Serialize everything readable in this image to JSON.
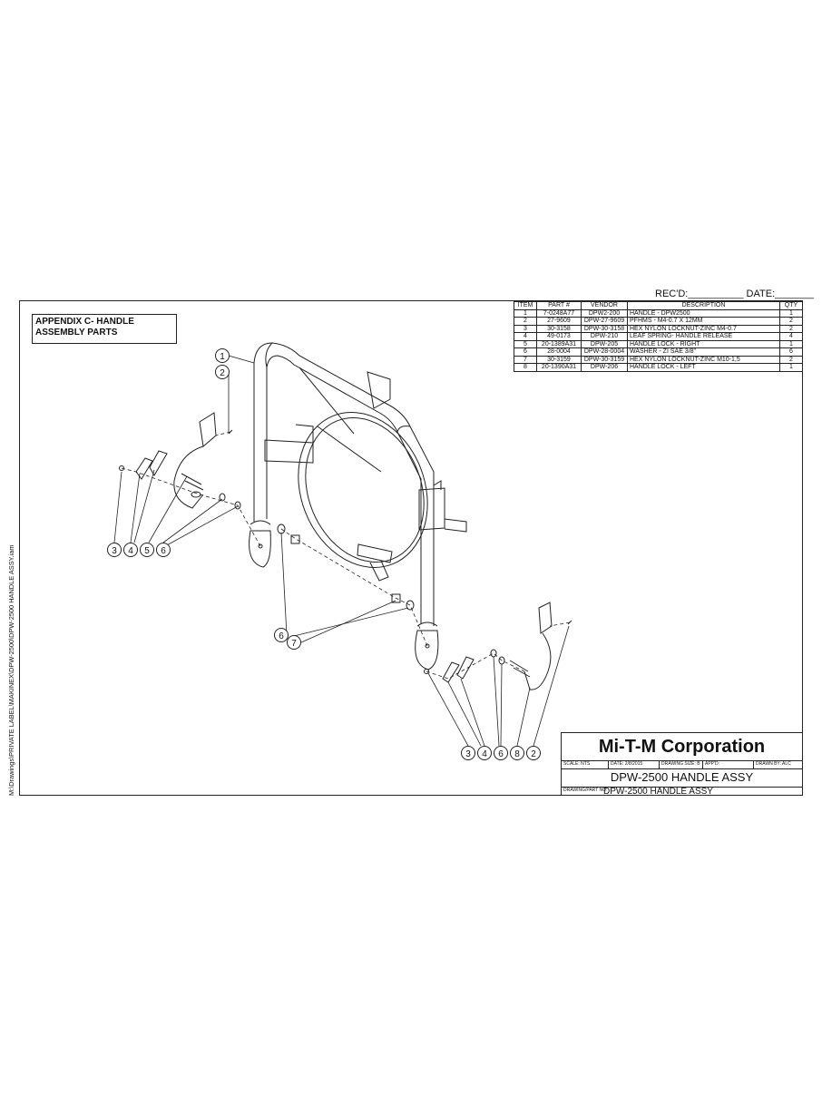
{
  "header": {
    "recd_date": "REC'D:__________ DATE:_______"
  },
  "side_path": "M:\\Drawings\\PRIVATE LABEL\\MAKINEX\\DPW-2500\\DPW-2500 HANDLE ASSY.iam",
  "appendix": {
    "line1": "APPENDIX C- HANDLE",
    "line2": "ASSEMBLY PARTS"
  },
  "parts_table": {
    "headers": [
      "ITEM",
      "PART #",
      "VENDOR",
      "DESCRIPTION",
      "QTY"
    ],
    "rows": [
      [
        "1",
        "7-0248A77",
        "DPW2-200",
        "HANDLE - DPW2500",
        "1"
      ],
      [
        "2",
        "27-9609",
        "DPW-27-9609",
        "PFHMS - M4-0.7 X 12MM",
        "2"
      ],
      [
        "3",
        "30-3158",
        "DPW-30-3158",
        "HEX NYLON LOCKNUT-ZINC M4-0.7",
        "2"
      ],
      [
        "4",
        "49-0173",
        "DPW-210",
        "LEAF SPRING- HANDLE RELEASE",
        "4"
      ],
      [
        "5",
        "20-1389A31",
        "DPW-205",
        "HANDLE LOCK - RIGHT",
        "1"
      ],
      [
        "6",
        "28-0004",
        "DPW-28-0004",
        "WASHER - ZI SAE 3/8\"",
        "6"
      ],
      [
        "7",
        "30-3159",
        "DPW-30-3159",
        "HEX NYLON LOCKNUT-ZINC M10-1,5",
        "2"
      ],
      [
        "8",
        "20-1390A31",
        "DPW-206",
        "HANDLE LOCK - LEFT",
        "1"
      ]
    ]
  },
  "balloons": {
    "b1": "1",
    "b2": "2",
    "left_3": "3",
    "left_4": "4",
    "left_5": "5",
    "left_6": "6",
    "mid_7": "7",
    "mid_6": "6",
    "right_3": "3",
    "right_4": "4",
    "right_6": "6",
    "right_8": "8",
    "right_2": "2"
  },
  "title_block": {
    "company": "Mi-T-M Corporation",
    "scale": "SCALE: NTS",
    "date": "DATE: 2/8/2015",
    "drawing_size": "DRAWING SIZE: B",
    "appd": "APP'D:",
    "drawn_by": "DRAWN BY: ALC",
    "title": "DPW-2500 HANDLE ASSY",
    "drawing_part_label": "DRAWING/PART NO:",
    "part_no": "DPW-2500 HANDLE ASSY"
  }
}
